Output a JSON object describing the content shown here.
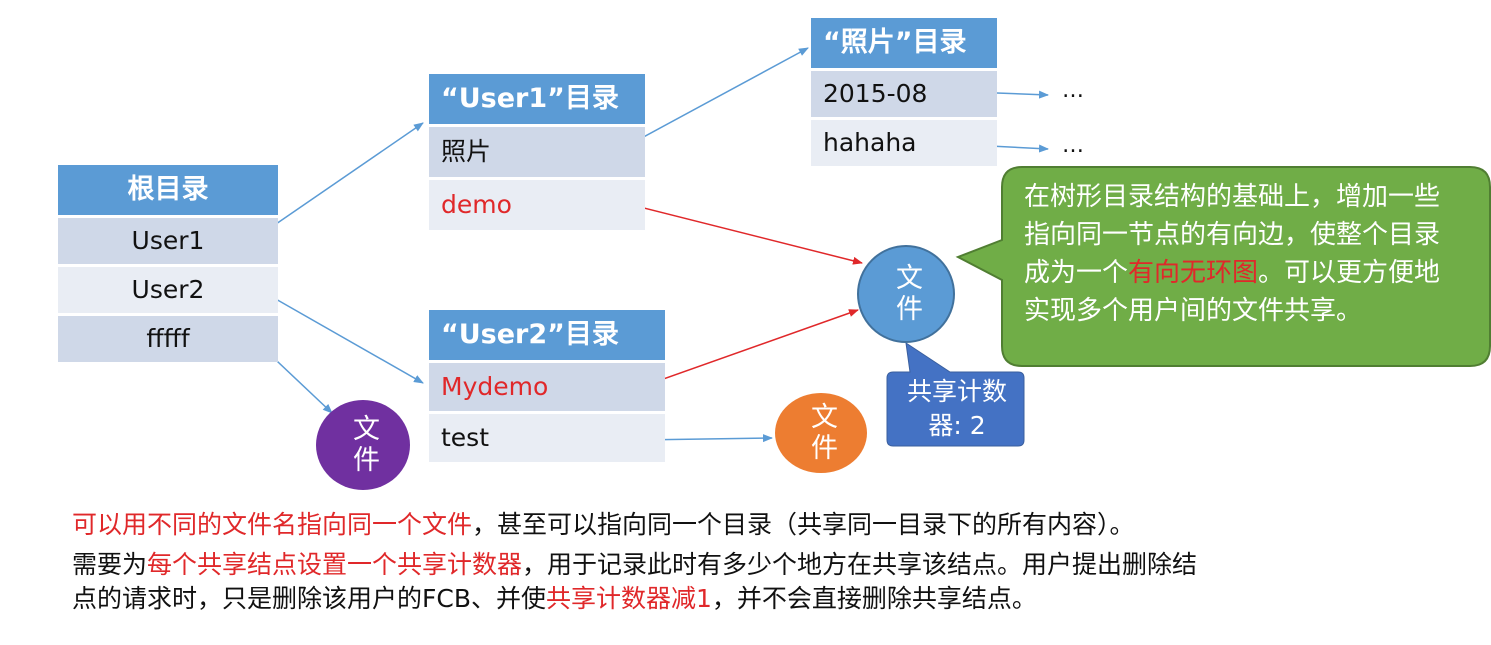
{
  "root_dir": {
    "title": "根目录",
    "items": [
      "User1",
      "User2",
      "fffff"
    ]
  },
  "user1_dir": {
    "title": "“User1”目录",
    "items": [
      "照片",
      "demo"
    ]
  },
  "user2_dir": {
    "title": "“User2”目录",
    "items": [
      "Mydemo",
      "test"
    ]
  },
  "photo_dir": {
    "title": "“照片”目录",
    "items": [
      "2015-08",
      "hahaha"
    ],
    "ellipsis": [
      "…",
      "…"
    ]
  },
  "file_nodes": {
    "shared": "文件",
    "purple": "文件",
    "orange": "文件"
  },
  "counter": {
    "text": "共享计数器: 2"
  },
  "callout": {
    "part1": "在树形目录结构的基础上，增加一些指向同一节点的有向边，使整个目录成为一个",
    "highlight": "有向无环图",
    "part2": "。可以更方便地实现多个用户间的文件共享。"
  },
  "bottom": {
    "line1_red": "可以用不同的文件名指向同一个文件",
    "line1_rest": "，甚至可以指向同一个目录（共享同一目录下的所有内容）。",
    "line2_a": "需要为",
    "line2_red": "每个共享结点设置一个共享计数器",
    "line2_b": "，用于记录此时有多少个地方在共享该结点。用户提出删除结",
    "line3_a": "点的请求时，只是删除该用户的FCB、并使",
    "line3_red": "共享计数器减1",
    "line3_b": "，并不会直接删除共享结点。"
  },
  "colors": {
    "header": "#5b9bd5",
    "row_dark": "#cfd8e8",
    "row_light": "#e9edf4",
    "callout_green": "#70ad47",
    "counter_blue": "#4472c4",
    "purple": "#7030a0",
    "orange": "#ed7d31",
    "shared_blue": "#5b9bd5",
    "red": "#e0282a"
  }
}
